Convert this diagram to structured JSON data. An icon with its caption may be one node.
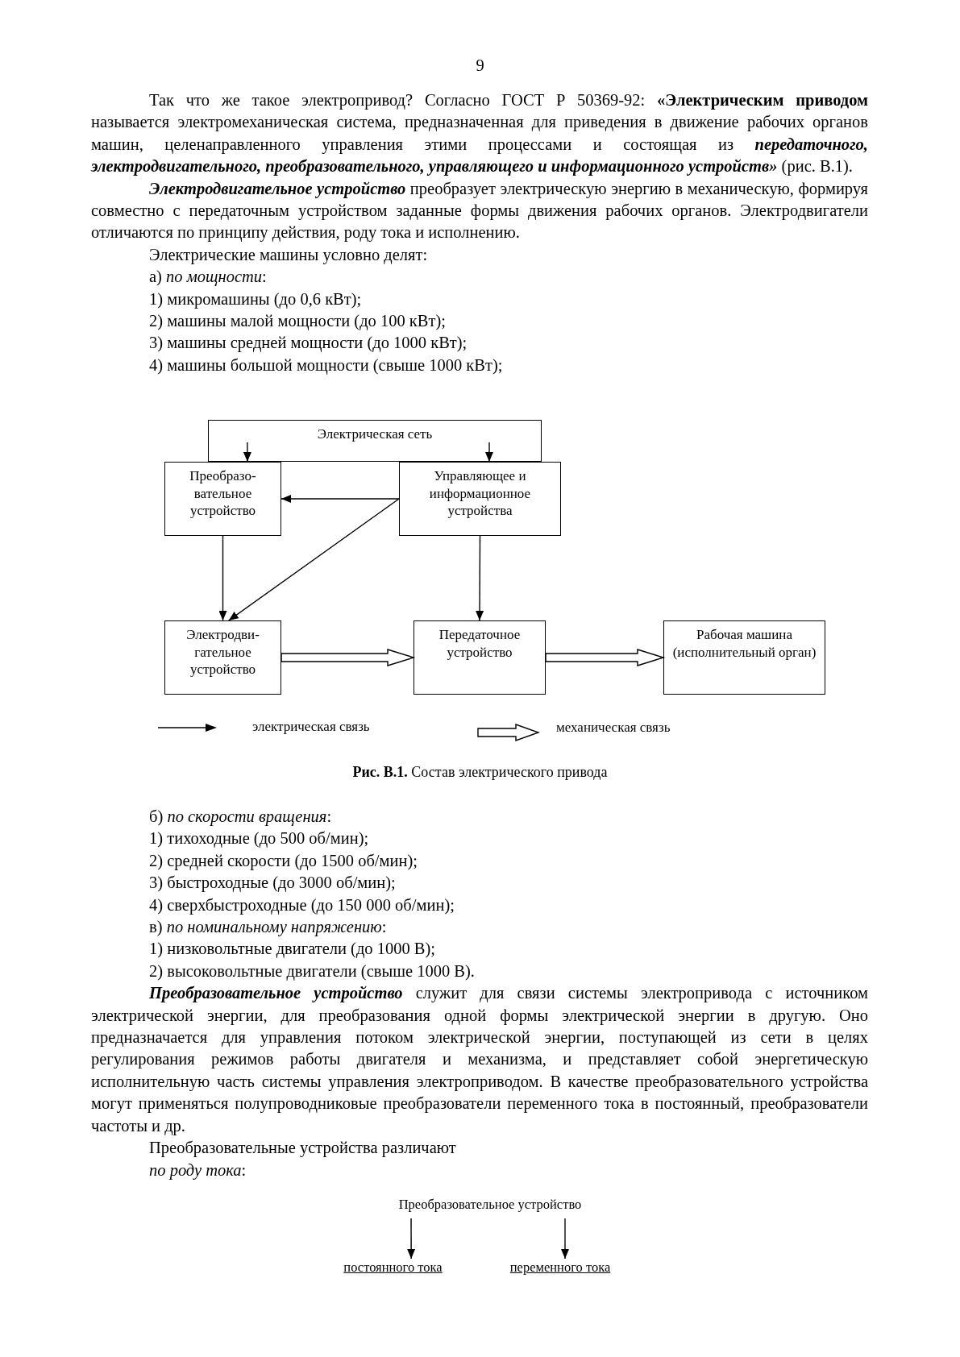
{
  "diagram": {
    "caption": "**Рис. В.1.** Состав электрического привода",
    "nodes": [
      {
        "text": [
          "Электрическая сеть"
        ]
      },
      {
        "text": [
          "Преобразо- вательное устройство"
        ]
      },
      {
        "text": [
          "Управляющее и информационное устройства"
        ]
      },
      {
        "text": [
          "Электродви- гательное устройство"
        ]
      },
      {
        "text": [
          "Передаточное устройство"
        ]
      },
      {
        "text": [
          "Рабочая машина (исполнительный орган)"
        ]
      },
      {
        "text": [
          "Преобразовательное устройство"
        ]
      },
      {
        "text": [
          "постоянного тока"
        ]
      },
      {
        "text": [
          "переменного тока"
        ]
      }
    ],
    "edges": [
      {
        "from": 0,
        "to": 1,
        "arrow": "to"
      },
      {
        "from": 0,
        "to": 2,
        "arrow": "to"
      },
      {
        "from": 2,
        "to": 1,
        "arrow": "to"
      },
      {
        "from": 1,
        "to": 3,
        "arrow": "to"
      },
      {
        "from": 2,
        "to": 3,
        "arrow": "to"
      },
      {
        "from": 2,
        "to": 4,
        "arrow": "to"
      },
      {
        "from": 3,
        "to": 4,
        "arrow": "to",
        "style": "thick"
      },
      {
        "from": 4,
        "to": 5,
        "arrow": "to",
        "style": "thick"
      },
      {
        "from": 6,
        "to": 7,
        "arrow": "to"
      },
      {
        "from": 6,
        "to": 8,
        "arrow": "to"
      }
    ],
    "labels": [
      "9",
      "Так что же такое электропривод? Согласно ГОСТ Р 50369-92: **«Электрическим приводом** называется электромеханическая система, предназначенная для приведения в движение рабочих органов машин, целенаправленного управления этими процессами и состоящая из *передаточного, электродвигательного, преобразовательного, управляющего и информационного устройств»* (рис. В.1).",
      "*Электродвигательное устройство* преобразует электрическую энергию в механическую, формируя совместно с передаточным устройством заданные формы движения рабочих органов. Электродвигатели отличаются по принципу действия, роду тока и исполнению.",
      "Электрические машины условно делят:",
      "а) *по мощности*:",
      "1) микромашины (до 0,6 кВт);",
      "2) машины малой мощности (до 100 кВт);",
      "3) машины средней мощности (до 1000 кВт);",
      "4) машины большой мощности (свыше 1000 кВт);",
      "б) *по скорости вращения*:",
      "1) тихоходные (до 500 об/мин);",
      "2) средней скорости (до 1500 об/мин);",
      "3) быстроходные (до 3000 об/мин);",
      "4) сверхбыстроходные (до 150 000 об/мин);",
      "в) *по номинальному напряжению*:",
      "1) низковольтные двигатели (до 1000 В);",
      "2) высоковольтные двигатели (свыше 1000 В).",
      "*Преобразовательное устройство* служит для связи системы электропривода с источником электрической энергии, для преобразования одной формы электрической энергии в другую. Оно предназначается для управления потоком электрической энергии, поступающей из сети в целях регулирования режимов работы двигателя и механизма, и представляет собой энергетическую исполнительную часть системы управления электроприводом. В качестве преобразовательного устройства могут применяться полупроводниковые преобразователи переменного тока в постоянный, преобразователи частоты и др.",
      "Преобразовательные устройства различают",
      "*по роду тока*:"
    ],
    "legend": [
      {
        "text": "электрическая связь"
      },
      {
        "text": "механическая связь"
      }
    ]
  }
}
